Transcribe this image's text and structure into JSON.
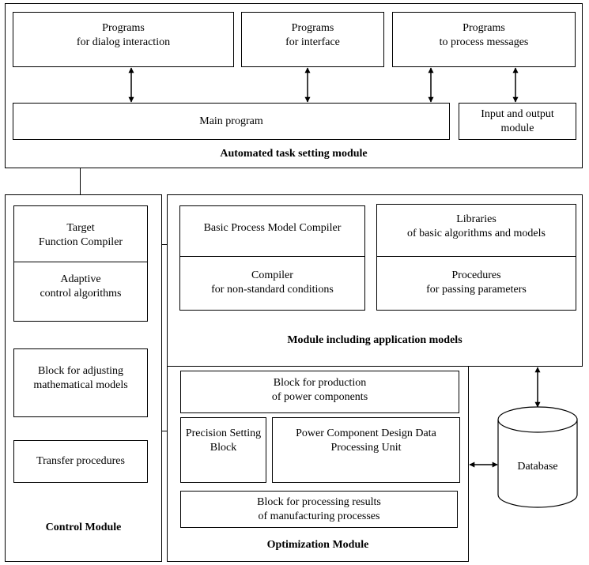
{
  "automated_task_module": {
    "title": "Automated task setting module",
    "dialog_programs": "Programs\nfor dialog interaction",
    "interface_programs": "Programs\nfor interface",
    "message_programs": "Programs\nto process messages",
    "main_program": "Main program",
    "io_module": "Input and output\nmodule"
  },
  "control_module": {
    "title": "Control Module",
    "target_function_compiler": "Target\nFunction Compiler",
    "adaptive_algorithms": "Adaptive\ncontrol algorithms",
    "adjusting_block": "Block for adjusting\nmathematical models",
    "transfer_procedures": "Transfer procedures"
  },
  "application_models_module": {
    "title": "Module including application models",
    "basic_compiler": "Basic Process Model Compiler",
    "nonstandard_compiler": "Compiler\nfor non-standard conditions",
    "libraries": "Libraries\nof basic algorithms and models",
    "parameter_procedures": "Procedures\nfor passing parameters"
  },
  "optimization_module": {
    "title": "Optimization Module",
    "production_block": "Block for production\nof power components",
    "precision_block": "Precision Setting\nBlock",
    "design_data_unit": "Power Component Design Data\nProcessing Unit",
    "results_block": "Block for processing results\nof manufacturing processes"
  },
  "database": {
    "label": "Database"
  }
}
